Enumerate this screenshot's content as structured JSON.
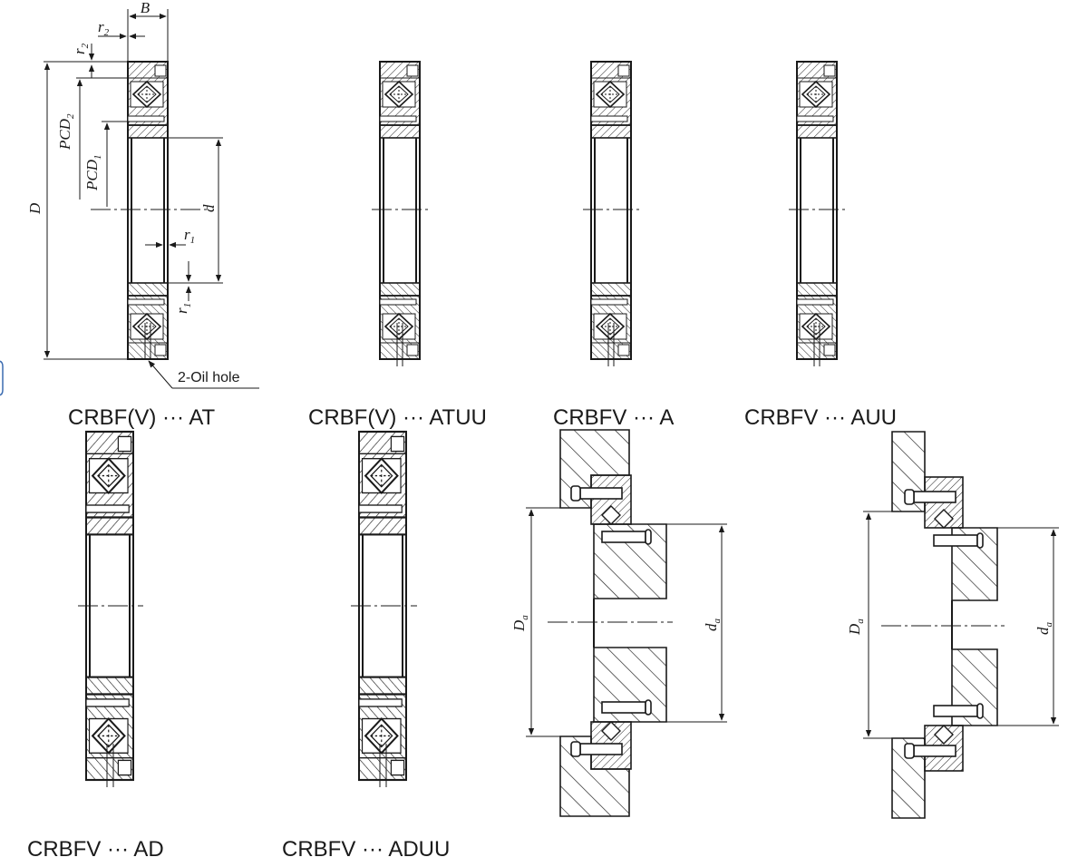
{
  "captions": {
    "crbf_at": "CRBF(V) ··· AT",
    "crbf_atuu": "CRBF(V) ··· ATUU",
    "crbfv_a": "CRBFV ··· A",
    "crbfv_auu": "CRBFV ··· AUU",
    "crbfv_ad": "CRBFV ··· AD",
    "crbfv_aduu": "CRBFV ··· ADUU"
  },
  "labels": {
    "B": "B",
    "r": "r",
    "sub1": "1",
    "sub2": "2",
    "PCD": "PCD",
    "D": "D",
    "d": "d",
    "suba": "a",
    "oil_hole": "2-Oil hole"
  },
  "colors": {
    "ink": "#1a1a1a",
    "tab_border": "#3b6bb0"
  }
}
